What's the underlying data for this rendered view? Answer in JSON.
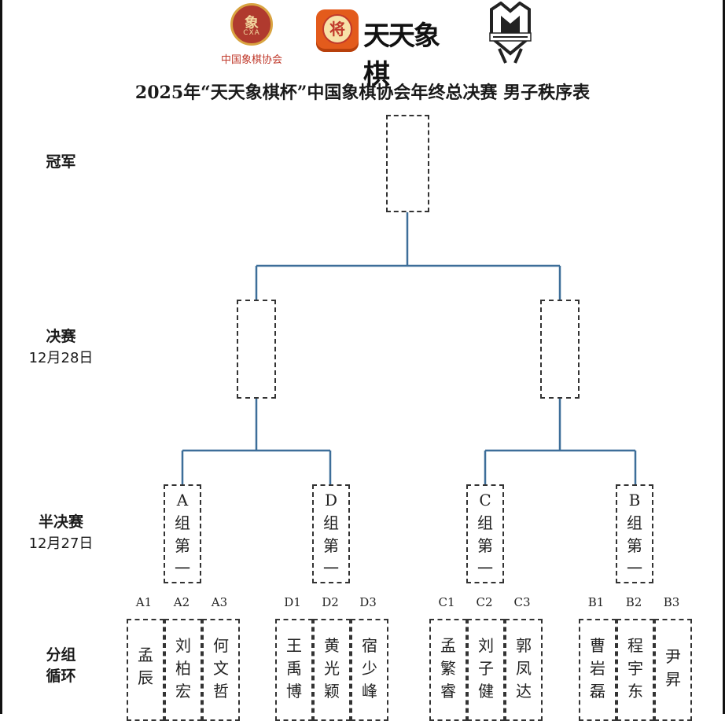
{
  "logos": {
    "cxa": {
      "seal_glyph": "象",
      "seal_abbr": "CXA",
      "name": "中国象棋协会"
    },
    "app": {
      "piece_glyph": "将",
      "wordmark": "天天象棋"
    },
    "event": {
      "icon": "crown-shield-icon"
    }
  },
  "title": "2025年“天天象棋杯”中国象棋协会年终总决赛 男子秩序表",
  "rounds": {
    "champion": {
      "label": "冠军"
    },
    "final": {
      "label": "决赛",
      "date": "12月28日"
    },
    "semifinal": {
      "label": "半决赛",
      "date": "12月27日"
    },
    "group": {
      "label_line1": "分组",
      "label_line2": "循环"
    }
  },
  "semifinal_slots": [
    {
      "chars": [
        "A",
        "组",
        "第",
        "一"
      ]
    },
    {
      "chars": [
        "D",
        "组",
        "第",
        "一"
      ]
    },
    {
      "chars": [
        "C",
        "组",
        "第",
        "一"
      ]
    },
    {
      "chars": [
        "B",
        "组",
        "第",
        "一"
      ]
    }
  ],
  "groups": [
    {
      "seed": "A1",
      "name": [
        "孟",
        "辰"
      ]
    },
    {
      "seed": "A2",
      "name": [
        "刘",
        "柏",
        "宏"
      ]
    },
    {
      "seed": "A3",
      "name": [
        "何",
        "文",
        "哲"
      ]
    },
    {
      "seed": "D1",
      "name": [
        "王",
        "禹",
        "博"
      ]
    },
    {
      "seed": "D2",
      "name": [
        "黄",
        "光",
        "颖"
      ]
    },
    {
      "seed": "D3",
      "name": [
        "宿",
        "少",
        "峰"
      ]
    },
    {
      "seed": "C1",
      "name": [
        "孟",
        "繁",
        "睿"
      ]
    },
    {
      "seed": "C2",
      "name": [
        "刘",
        "子",
        "健"
      ]
    },
    {
      "seed": "C3",
      "name": [
        "郭",
        "凤",
        "达"
      ]
    },
    {
      "seed": "B1",
      "name": [
        "曹",
        "岩",
        "磊"
      ]
    },
    {
      "seed": "B2",
      "name": [
        "程",
        "宇",
        "东"
      ]
    },
    {
      "seed": "B3",
      "name": [
        "尹",
        "昇"
      ]
    }
  ],
  "colors": {
    "connector": "#3d6e99",
    "logo_red": "#c0392b",
    "app_orange": "#e35b1c"
  }
}
